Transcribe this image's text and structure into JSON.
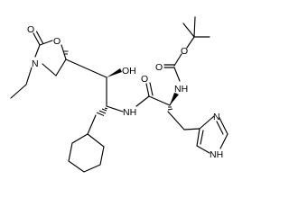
{
  "diagram": {
    "type": "chemical-structure",
    "atoms": {
      "oxazolidinone_carbonyl_o": "O",
      "oxazolidinone_ring_o": "O",
      "oxazolidinone_n": "N",
      "hydroxyl": "OH",
      "amide_nh": "NH",
      "amide_o": "O",
      "carbamate_nh": "NH",
      "carbamate_carbonyl_o": "O",
      "carbamate_ester_o": "O",
      "imidazole_n": "N",
      "imidazole_nh": "NH"
    }
  }
}
